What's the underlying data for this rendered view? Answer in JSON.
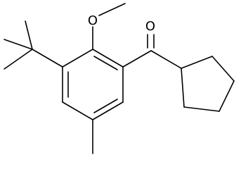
{
  "structure": {
    "atoms": [
      {
        "element": "O",
        "label": "O",
        "role": "methoxy-oxygen"
      },
      {
        "element": "O",
        "label": "O",
        "role": "carbonyl-oxygen"
      }
    ]
  },
  "colors": {
    "bond": "#000000",
    "label": "#000000",
    "background": "#ffffff"
  }
}
